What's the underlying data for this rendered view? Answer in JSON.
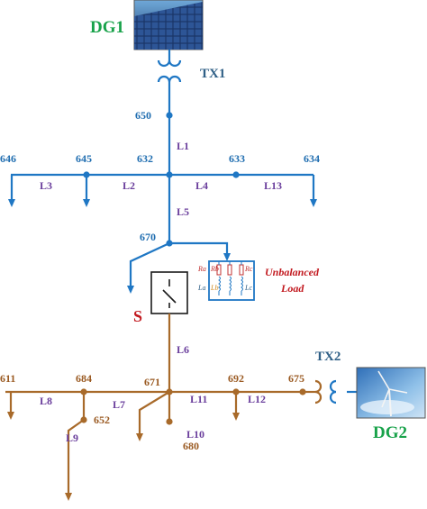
{
  "sources": {
    "dg1": {
      "label": "DG1"
    },
    "dg2": {
      "label": "DG2"
    }
  },
  "transformers": {
    "tx1": {
      "label": "TX1"
    },
    "tx2": {
      "label": "TX2"
    }
  },
  "buses": {
    "b650": "650",
    "b646": "646",
    "b645": "645",
    "b632": "632",
    "b633": "633",
    "b634": "634",
    "b670": "670",
    "b611": "611",
    "b684": "684",
    "b671": "671",
    "b692": "692",
    "b675": "675",
    "b652": "652",
    "b680": "680"
  },
  "lines": {
    "l1": "L1",
    "l2": "L2",
    "l3": "L3",
    "l4": "L4",
    "l5": "L5",
    "l6": "L6",
    "l7": "L7",
    "l8": "L8",
    "l9": "L9",
    "l10": "L10",
    "l11": "L11",
    "l12": "L12",
    "l13": "L13"
  },
  "switch": {
    "label": "S"
  },
  "unbalanced_load": {
    "line1": "Unbalanced",
    "line2": "Load",
    "ra": "Ra",
    "rb": "Rb",
    "rc": "Rc",
    "la": "La",
    "lb": "Lb",
    "lc": "Lc"
  },
  "colors": {
    "upper_network": "#1f77c4",
    "lower_network": "#a86a2a",
    "dg_label": "#18a24a",
    "switch_and_load": "#c2191f",
    "line_label": "#6a3e9c"
  }
}
